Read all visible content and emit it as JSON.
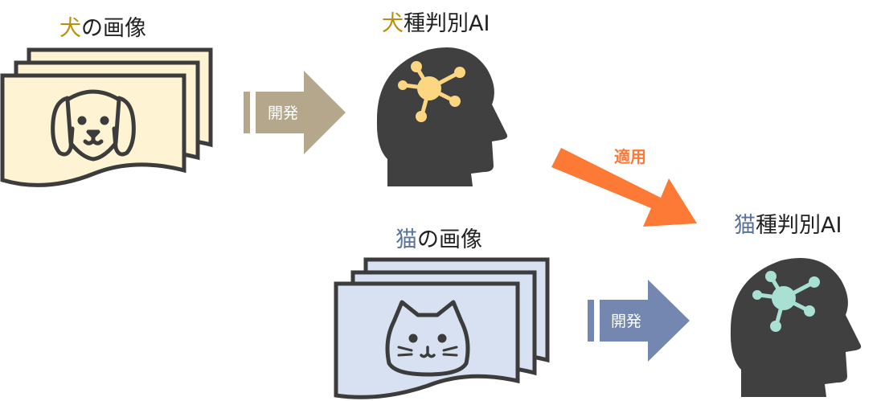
{
  "dog_images": {
    "accent": "犬",
    "rest": "の画像",
    "accent_color": "#b8920f",
    "card_fill": "#fef3d2",
    "card_stroke": "#3c3c3c"
  },
  "dog_ai": {
    "accent": "犬",
    "rest": "種判別AI",
    "accent_color": "#b8920f",
    "node_color": "#fcd680"
  },
  "cat_images": {
    "accent": "猫",
    "rest": "の画像",
    "accent_color": "#5a7398",
    "card_fill": "#d8e1f2",
    "card_stroke": "#3c3c3c"
  },
  "cat_ai": {
    "accent": "猫",
    "rest": "種判別AI",
    "accent_color": "#5a7398",
    "node_color": "#a8e0d4"
  },
  "develop_arrow_top": {
    "label": "開発",
    "color": "#b5a78c"
  },
  "develop_arrow_bottom": {
    "label": "開発",
    "color": "#7387b0"
  },
  "apply_arrow": {
    "label": "適用",
    "color": "#fc7a35"
  },
  "head_color": "#404040"
}
